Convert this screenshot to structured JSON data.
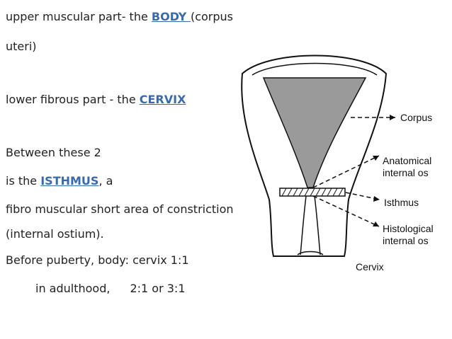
{
  "text": {
    "l1_a": "upper muscular part- the ",
    "l1_kw": "BODY ",
    "l1_b": "(corpus",
    "l2": "uteri)",
    "l3_a": " lower fibrous part - the ",
    "l3_kw": "CERVIX",
    "l4": "Between these 2",
    "l5_a": " is the ",
    "l5_kw": "ISTHMUS",
    "l5_b": ", a",
    "l6": "fibro muscular short area of constriction",
    "l7": "(internal ostium).",
    "l8": "Before puberty,  body: cervix  1:1",
    "l9_a": "in  adulthood,",
    "l9_b": "2:1 or 3:1"
  },
  "diagram": {
    "labels": {
      "corpus": "Corpus",
      "anat1": "Anatomical",
      "anat2": "internal os",
      "isthmus": "Isthmus",
      "hist1": "Histological",
      "hist2": "internal os",
      "cervix": "Cervix"
    },
    "colors": {
      "keyword": "#3a6aa8",
      "stroke": "#111111",
      "shade": "#9a9a9a"
    }
  }
}
